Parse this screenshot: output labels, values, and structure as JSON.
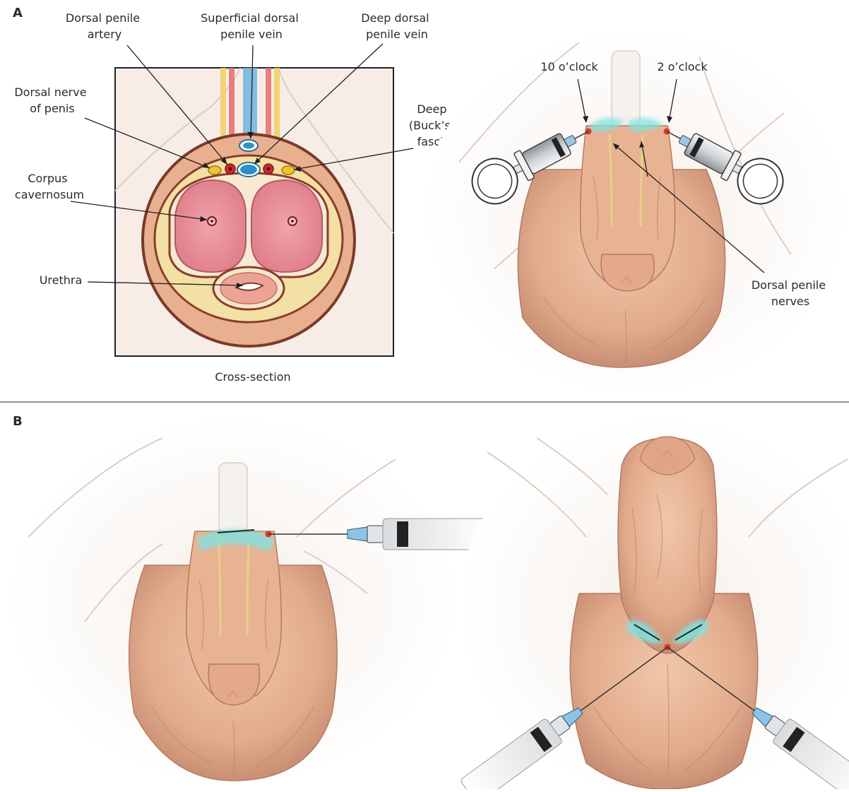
{
  "panels": {
    "a": {
      "letter": "A"
    },
    "b": {
      "letter": "B"
    }
  },
  "cross_section": {
    "caption": "Cross-section",
    "labels": {
      "dorsal_artery": [
        "Dorsal penile",
        "artery"
      ],
      "superficial_vein": [
        "Superficial dorsal",
        "penile vein"
      ],
      "deep_vein": [
        "Deep dorsal",
        "penile vein"
      ],
      "dorsal_nerve": [
        "Dorsal nerve",
        "of penis"
      ],
      "bucks_fascia": [
        "Deep",
        "(Buck’s)",
        "fascia"
      ],
      "corpus": [
        "Corpus",
        "cavernosum"
      ],
      "urethra": [
        "Urethra"
      ]
    }
  },
  "block_view": {
    "ten_oclock": "10 o’clock",
    "two_oclock": "2 o’clock",
    "nerves": [
      "Dorsal penile",
      "nerves"
    ]
  },
  "colors": {
    "skin": "#e7b99a",
    "skin_shadow": "#c98f74",
    "anesthetic": "#7fe3e0",
    "injection_point": "#d93a2b",
    "artery": "#d8262b",
    "vein": "#2f8fc6",
    "nerve": "#f2c230",
    "corpus": "#e88b95"
  }
}
